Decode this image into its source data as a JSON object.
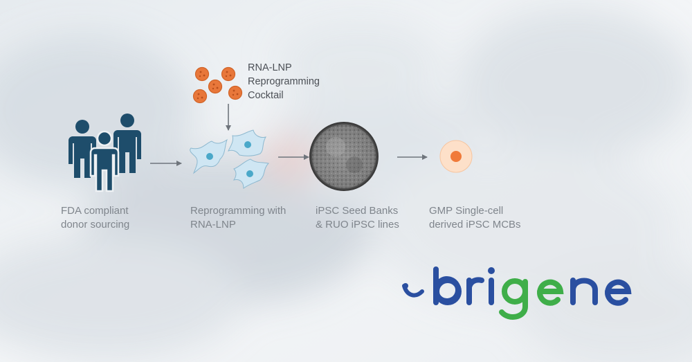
{
  "cocktail": {
    "lines": [
      "RNA-LNP",
      "Reprogramming",
      "Cocktail"
    ]
  },
  "steps": [
    {
      "lines": [
        "FDA compliant",
        "donor sourcing"
      ]
    },
    {
      "lines": [
        "Reprogramming with",
        "RNA-LNP"
      ]
    },
    {
      "lines": [
        "iPSC Seed Banks",
        "& RUO iPSC lines"
      ]
    },
    {
      "lines": [
        "GMP Single-cell",
        "derived iPSC MCBs"
      ]
    }
  ],
  "logo": {
    "text": "brigene",
    "colors": {
      "blue": "#2a4fa0",
      "green": "#3fae49"
    }
  },
  "colors": {
    "people": "#1e4d6b",
    "lnp_orange": "#e8773a",
    "cell_fill": "#cfe6f3",
    "nucleus": "#4aa8c9",
    "arrow": "#6f757c",
    "target_core": "#f07a3a",
    "target_ring": "#fde0c9"
  }
}
